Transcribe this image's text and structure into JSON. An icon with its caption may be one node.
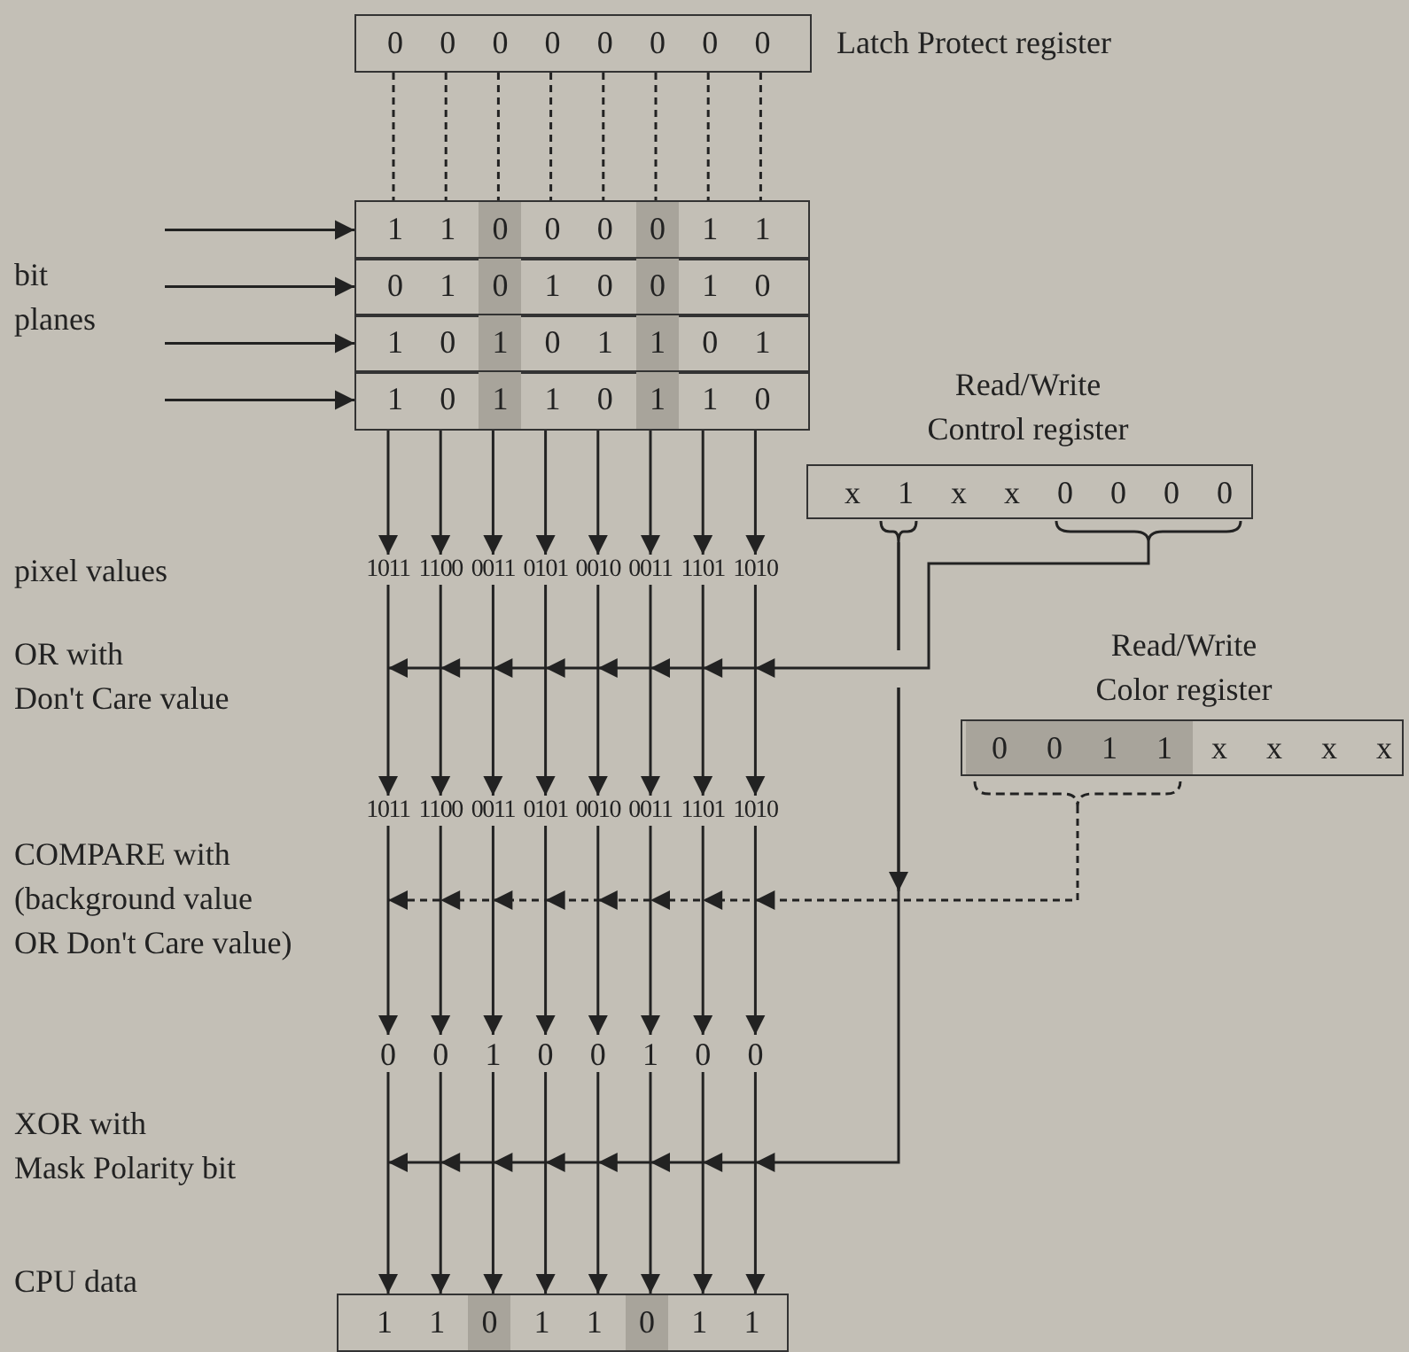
{
  "diagram": {
    "nodes": [
      {
        "text": [
          "0 0 0 0 0 0 0 0"
        ],
        "beside": [
          "Latch Protect register"
        ]
      },
      {
        "text": [
          "1 1 0 0 0 0 1 1"
        ]
      },
      {
        "text": [
          "0 1 0 1 0 0 1 0"
        ]
      },
      {
        "text": [
          "1 0 1 0 1 1 0 1"
        ]
      },
      {
        "text": [
          "1 0 1 1 0 1 1 0"
        ]
      },
      {
        "text": [
          "Read/Write Control register",
          "x 1 x x 0 0 0 0"
        ]
      },
      {
        "text": [
          "1011"
        ]
      },
      {
        "text": [
          "1100"
        ]
      },
      {
        "text": [
          "0011"
        ]
      },
      {
        "text": [
          "0101"
        ]
      },
      {
        "text": [
          "0010"
        ]
      },
      {
        "text": [
          "0011"
        ]
      },
      {
        "text": [
          "1101"
        ]
      },
      {
        "text": [
          "1010"
        ]
      },
      {
        "text": [
          "Read/Write Color register",
          "0 0 1 1 x x x x"
        ]
      },
      {
        "text": [
          "1011"
        ]
      },
      {
        "text": [
          "1100"
        ]
      },
      {
        "text": [
          "0011"
        ]
      },
      {
        "text": [
          "0101"
        ]
      },
      {
        "text": [
          "0010"
        ]
      },
      {
        "text": [
          "0011"
        ]
      },
      {
        "text": [
          "1101"
        ]
      },
      {
        "text": [
          "1010"
        ]
      },
      {
        "text": [
          "0"
        ]
      },
      {
        "text": [
          "0"
        ]
      },
      {
        "text": [
          "1"
        ]
      },
      {
        "text": [
          "0"
        ]
      },
      {
        "text": [
          "0"
        ]
      },
      {
        "text": [
          "1"
        ]
      },
      {
        "text": [
          "0"
        ]
      },
      {
        "text": [
          "0"
        ]
      },
      {
        "text": [
          "1 1 0 1 1 0 1 1"
        ]
      }
    ],
    "edges": [
      {
        "from": 0,
        "to": 1,
        "arrow": "none",
        "style": "dashed"
      },
      {
        "from": 0,
        "to": 1,
        "arrow": "none",
        "style": "dashed"
      },
      {
        "from": 0,
        "to": 1,
        "arrow": "none",
        "style": "dashed"
      },
      {
        "from": 0,
        "to": 1,
        "arrow": "none",
        "style": "dashed"
      },
      {
        "from": 0,
        "to": 1,
        "arrow": "none",
        "style": "dashed"
      },
      {
        "from": 0,
        "to": 1,
        "arrow": "none",
        "style": "dashed"
      },
      {
        "from": 0,
        "to": 1,
        "arrow": "none",
        "style": "dashed"
      },
      {
        "from": 0,
        "to": 1,
        "arrow": "none",
        "style": "dashed"
      },
      {
        "from": null,
        "to": 1,
        "arrow": "to"
      },
      {
        "from": null,
        "to": 2,
        "arrow": "to"
      },
      {
        "from": null,
        "to": 3,
        "arrow": "to"
      },
      {
        "from": null,
        "to": 4,
        "arrow": "to"
      },
      {
        "from": 4,
        "to": 6,
        "arrow": "to"
      },
      {
        "from": 4,
        "to": 7,
        "arrow": "to"
      },
      {
        "from": 4,
        "to": 8,
        "arrow": "to"
      },
      {
        "from": 4,
        "to": 9,
        "arrow": "to"
      },
      {
        "from": 4,
        "to": 10,
        "arrow": "to"
      },
      {
        "from": 4,
        "to": 11,
        "arrow": "to"
      },
      {
        "from": 4,
        "to": 12,
        "arrow": "to"
      },
      {
        "from": 4,
        "to": 13,
        "arrow": "to"
      },
      {
        "from": 6,
        "to": 15,
        "arrow": "to"
      },
      {
        "from": 7,
        "to": 16,
        "arrow": "to"
      },
      {
        "from": 8,
        "to": 17,
        "arrow": "to"
      },
      {
        "from": 9,
        "to": 18,
        "arrow": "to"
      },
      {
        "from": 10,
        "to": 19,
        "arrow": "to"
      },
      {
        "from": 11,
        "to": 20,
        "arrow": "to"
      },
      {
        "from": 12,
        "to": 21,
        "arrow": "to"
      },
      {
        "from": 13,
        "to": 22,
        "arrow": "to"
      },
      {
        "from": 15,
        "to": 23,
        "arrow": "to"
      },
      {
        "from": 16,
        "to": 24,
        "arrow": "to"
      },
      {
        "from": 17,
        "to": 25,
        "arrow": "to"
      },
      {
        "from": 18,
        "to": 26,
        "arrow": "to"
      },
      {
        "from": 19,
        "to": 27,
        "arrow": "to"
      },
      {
        "from": 20,
        "to": 28,
        "arrow": "to"
      },
      {
        "from": 21,
        "to": 29,
        "arrow": "to"
      },
      {
        "from": 22,
        "to": 30,
        "arrow": "to"
      },
      {
        "from": 23,
        "to": 31,
        "arrow": "to"
      },
      {
        "from": 24,
        "to": 31,
        "arrow": "to"
      },
      {
        "from": 25,
        "to": 31,
        "arrow": "to"
      },
      {
        "from": 26,
        "to": 31,
        "arrow": "to"
      },
      {
        "from": 27,
        "to": 31,
        "arrow": "to"
      },
      {
        "from": 28,
        "to": 31,
        "arrow": "to"
      },
      {
        "from": 29,
        "to": 31,
        "arrow": "to"
      },
      {
        "from": 30,
        "to": 31,
        "arrow": "to"
      },
      {
        "from": 5,
        "to": null,
        "arrow": "to"
      },
      {
        "from": 5,
        "to": null,
        "arrow": "to"
      },
      {
        "from": 5,
        "to": null,
        "arrow": "to"
      },
      {
        "from": 14,
        "to": null,
        "arrow": "to",
        "style": "dashed"
      }
    ],
    "labels": [
      "bit planes",
      "pixel values",
      "OR with Don't Care value",
      "COMPARE with (background value OR Don't Care value)",
      "XOR with Mask Polarity bit",
      "CPU data"
    ]
  }
}
